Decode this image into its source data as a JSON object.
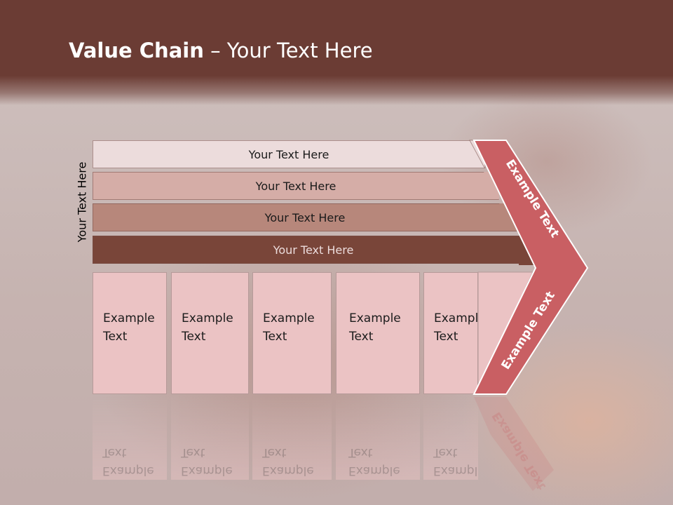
{
  "header": {
    "title_bold": "Value Chain",
    "title_rest": " – Your Text Here",
    "bg_color": "#6b3c34"
  },
  "side_label": "Your Text Here",
  "bands": [
    {
      "label": "Your Text Here",
      "fill": "#ecdcdc",
      "text_color": "#1a1a1a"
    },
    {
      "label": "Your Text Here",
      "fill": "#d5ada7",
      "text_color": "#1a1a1a"
    },
    {
      "label": "Your Text Here",
      "fill": "#b7877b",
      "text_color": "#1a1a1a"
    },
    {
      "label": "Your Text Here",
      "fill": "#794539",
      "text_color": "#ecdcdc"
    }
  ],
  "cells": [
    {
      "line1": "Example",
      "line2": "Text"
    },
    {
      "line1": "Example",
      "line2": "Text"
    },
    {
      "line1": "Example",
      "line2": "Text"
    },
    {
      "line1": "Example",
      "line2": "Text"
    },
    {
      "line1": "Example",
      "line2": "Text"
    }
  ],
  "chevron": {
    "upper_label": "Example Text",
    "lower_label": "Example Text",
    "fill": "#c95f63"
  }
}
